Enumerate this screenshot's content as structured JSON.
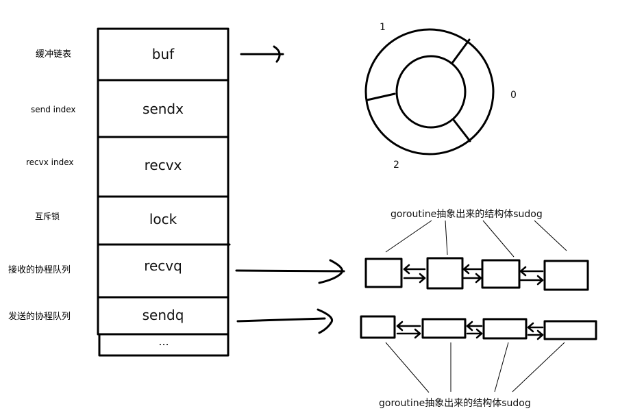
{
  "struct": {
    "labels": {
      "buf": "缓冲链表",
      "sendx": "send index",
      "recvx": "recvx index",
      "lock": "互斥锁",
      "recvq": "接收的协程队列",
      "sendq": "发送的协程队列"
    },
    "fields": {
      "buf": "buf",
      "sendx": "sendx",
      "recvx": "recvx",
      "lock": "lock",
      "recvq": "recvq",
      "sendq": "sendq",
      "more": "..."
    }
  },
  "ring": {
    "slot_labels": [
      "1",
      "0",
      "2"
    ]
  },
  "queues": {
    "recv_caption": "goroutine抽象出来的结构体sudog",
    "send_caption": "goroutine抽象出来的结构体sudog"
  }
}
